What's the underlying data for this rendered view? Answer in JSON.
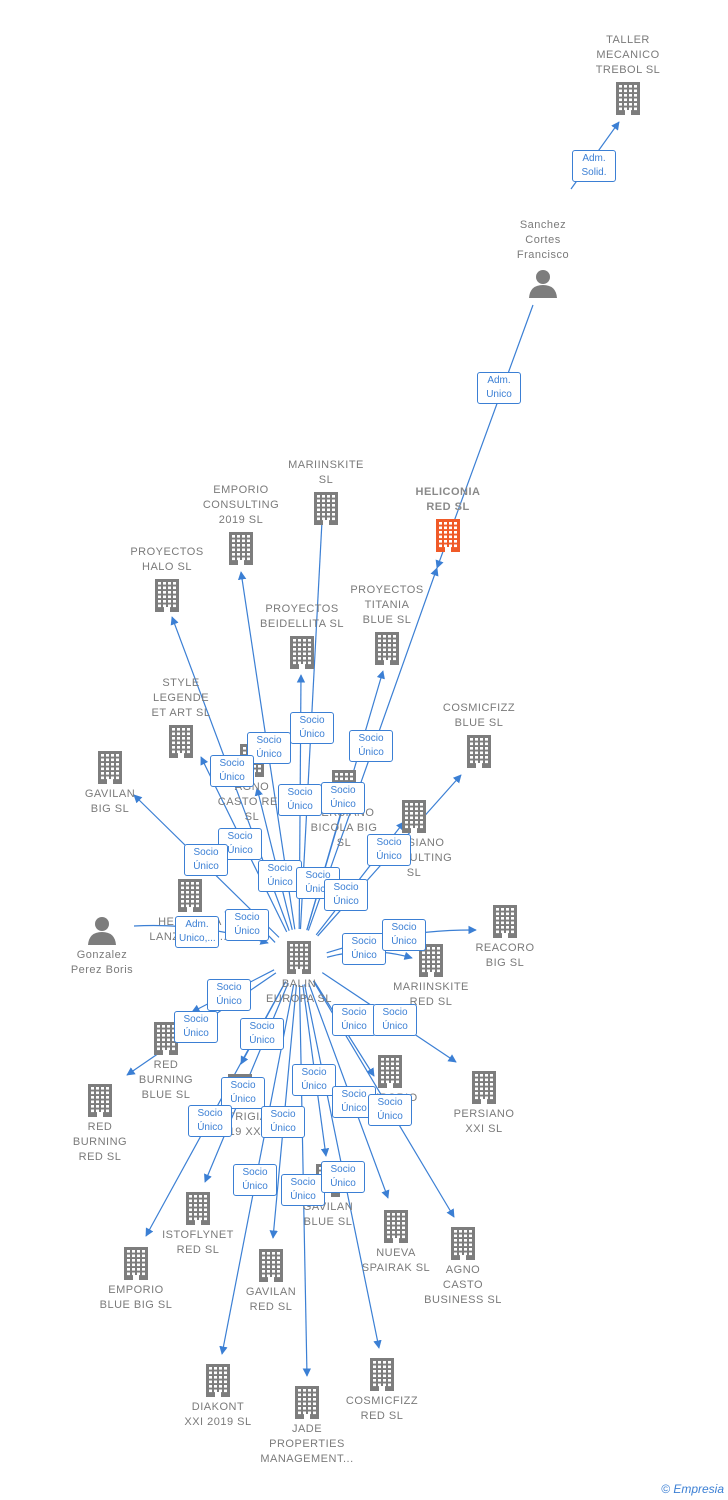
{
  "colors": {
    "edge": "#3b7fd4",
    "company": "#7d7d7d",
    "focus": "#f05a28",
    "person": "#7d7d7d"
  },
  "nodes": [
    {
      "id": "taller",
      "label": "TALLER\nMECANICO\nTREBOL  SL",
      "type": "company"
    },
    {
      "id": "sanchez",
      "label": "Sanchez\nCortes\nFrancisco",
      "type": "person"
    },
    {
      "id": "heliconia",
      "label": "HELICONIA\nRED  SL",
      "type": "focus"
    },
    {
      "id": "mariinskite",
      "label": "MARIINSKITE\nSL",
      "type": "company"
    },
    {
      "id": "emporio_consulting",
      "label": "EMPORIO\nCONSULTING\n2019  SL",
      "type": "company"
    },
    {
      "id": "proyectos_halo",
      "label": "PROYECTOS\nHALO  SL",
      "type": "company"
    },
    {
      "id": "proyectos_beidellita",
      "label": "PROYECTOS\nBEIDELLITA  SL",
      "type": "company"
    },
    {
      "id": "proyectos_titania",
      "label": "PROYECTOS\nTITANIA\nBLUE  SL",
      "type": "company"
    },
    {
      "id": "style_legende",
      "label": "STYLE\nLEGENDE\nET ART  SL",
      "type": "company"
    },
    {
      "id": "cosmicfizz_blue",
      "label": "COSMICFIZZ\nBLUE  SL",
      "type": "company"
    },
    {
      "id": "gavilan_big",
      "label": "GAVILAN\nBIG  SL",
      "type": "company"
    },
    {
      "id": "agno_casto_red",
      "label": "AGNO\nCASTO RED\nSL",
      "type": "company"
    },
    {
      "id": "persiano_bicola",
      "label": "PERSIANO\nBICOLA BIG\nSL",
      "type": "company"
    },
    {
      "id": "persiano_consulting",
      "label": "PERSIANO\nCONSULTING\nSL",
      "type": "company"
    },
    {
      "id": "heliconia_lanzarote",
      "label": "HELICONIA\nLANZAROTE...",
      "type": "company"
    },
    {
      "id": "gonzalez",
      "label": "Gonzalez\nPerez Boris",
      "type": "person"
    },
    {
      "id": "balin",
      "label": "BALIN\nEUROPA  SL",
      "type": "company"
    },
    {
      "id": "reacoro",
      "label": "REACORO\nBIG  SL",
      "type": "company"
    },
    {
      "id": "mariinskite_red",
      "label": "MARIINSKITE\nRED  SL",
      "type": "company"
    },
    {
      "id": "red_burning_blue",
      "label": "RED\nBURNING\nBLUE  SL",
      "type": "company"
    },
    {
      "id": "red_burning_red",
      "label": "RED\nBURNING\nRED  SL",
      "type": "company"
    },
    {
      "id": "estrigia",
      "label": "ESTRIGIA\n2019 XXI",
      "type": "company"
    },
    {
      "id": "emporio_xxi",
      "label": "EMPORIO\nXXI  SL",
      "type": "company"
    },
    {
      "id": "persiano_xxi",
      "label": "PERSIANO\nXXI  SL",
      "type": "company"
    },
    {
      "id": "istoflynet",
      "label": "ISTOFLYNET\nRED  SL",
      "type": "company"
    },
    {
      "id": "gavilan_blue",
      "label": "GAVILAN\nBLUE  SL",
      "type": "company"
    },
    {
      "id": "nueva_spairak",
      "label": "NUEVA\nSPAIRAK  SL",
      "type": "company"
    },
    {
      "id": "agno_casto_business",
      "label": "AGNO\nCASTO\nBUSINESS  SL",
      "type": "company"
    },
    {
      "id": "emporio_blue_big",
      "label": "EMPORIO\nBLUE BIG  SL",
      "type": "company"
    },
    {
      "id": "gavilan_red",
      "label": "GAVILAN\nRED  SL",
      "type": "company"
    },
    {
      "id": "diakont",
      "label": "DIAKONT\nXXI 2019  SL",
      "type": "company"
    },
    {
      "id": "jade",
      "label": "JADE\nPROPERTIES\nMANAGEMENT...",
      "type": "company"
    },
    {
      "id": "cosmicfizz_red",
      "label": "COSMICFIZZ\nRED  SL",
      "type": "company"
    }
  ],
  "edges": [
    {
      "from": "sanchez",
      "to": "taller",
      "label": "Adm.\nSolid."
    },
    {
      "from": "sanchez",
      "to": "heliconia",
      "label": "Adm.\nUnico"
    },
    {
      "from": "gonzalez",
      "to": "balin",
      "label": "Adm.\nUnico,..."
    },
    {
      "from": "balin",
      "to": "heliconia",
      "label": "Socio\nÚnico"
    },
    {
      "from": "balin",
      "to": "mariinskite",
      "label": "Socio\nÚnico"
    },
    {
      "from": "balin",
      "to": "emporio_consulting",
      "label": "Socio\nÚnico"
    },
    {
      "from": "balin",
      "to": "proyectos_halo",
      "label": "Socio\nÚnico"
    },
    {
      "from": "balin",
      "to": "proyectos_beidellita",
      "label": "Socio\nÚnico"
    },
    {
      "from": "balin",
      "to": "proyectos_titania",
      "label": "Socio\nÚnico"
    },
    {
      "from": "balin",
      "to": "style_legende",
      "label": "Socio\nÚnico"
    },
    {
      "from": "balin",
      "to": "cosmicfizz_blue",
      "label": "Socio\nÚnico"
    },
    {
      "from": "balin",
      "to": "gavilan_big",
      "label": "Socio\nÚnico"
    },
    {
      "from": "balin",
      "to": "agno_casto_red",
      "label": "Socio\nÚnico"
    },
    {
      "from": "balin",
      "to": "persiano_bicola",
      "label": "Socio\nÚnico"
    },
    {
      "from": "balin",
      "to": "persiano_consulting",
      "label": "Socio\nÚnico"
    },
    {
      "from": "balin",
      "to": "heliconia_lanzarote",
      "label": "Socio\nÚnico"
    },
    {
      "from": "balin",
      "to": "reacoro",
      "label": "Socio\nÚnico"
    },
    {
      "from": "balin",
      "to": "mariinskite_red",
      "label": "Socio\nÚnico"
    },
    {
      "from": "balin",
      "to": "red_burning_blue",
      "label": "Socio\nÚnico"
    },
    {
      "from": "balin",
      "to": "red_burning_red",
      "label": "Socio\nÚnico"
    },
    {
      "from": "balin",
      "to": "estrigia",
      "label": "Socio\nÚnico"
    },
    {
      "from": "balin",
      "to": "emporio_xxi",
      "label": "Socio\nÚnico"
    },
    {
      "from": "balin",
      "to": "persiano_xxi",
      "label": "Socio\nÚnico"
    },
    {
      "from": "balin",
      "to": "istoflynet",
      "label": "Socio\nÚnico"
    },
    {
      "from": "balin",
      "to": "gavilan_blue",
      "label": "Socio\nÚnico"
    },
    {
      "from": "balin",
      "to": "nueva_spairak",
      "label": "Socio\nÚnico"
    },
    {
      "from": "balin",
      "to": "agno_casto_business",
      "label": "Socio\nÚnico"
    },
    {
      "from": "balin",
      "to": "emporio_blue_big",
      "label": "Socio\nÚnico"
    },
    {
      "from": "balin",
      "to": "gavilan_red",
      "label": "Socio\nÚnico"
    },
    {
      "from": "balin",
      "to": "diakont",
      "label": "Socio\nÚnico"
    },
    {
      "from": "balin",
      "to": "jade",
      "label": "Socio\nÚnico"
    },
    {
      "from": "balin",
      "to": "cosmicfizz_red",
      "label": "Socio\nÚnico"
    }
  ],
  "footer": {
    "copyright": "©",
    "brand": "Empresia"
  }
}
